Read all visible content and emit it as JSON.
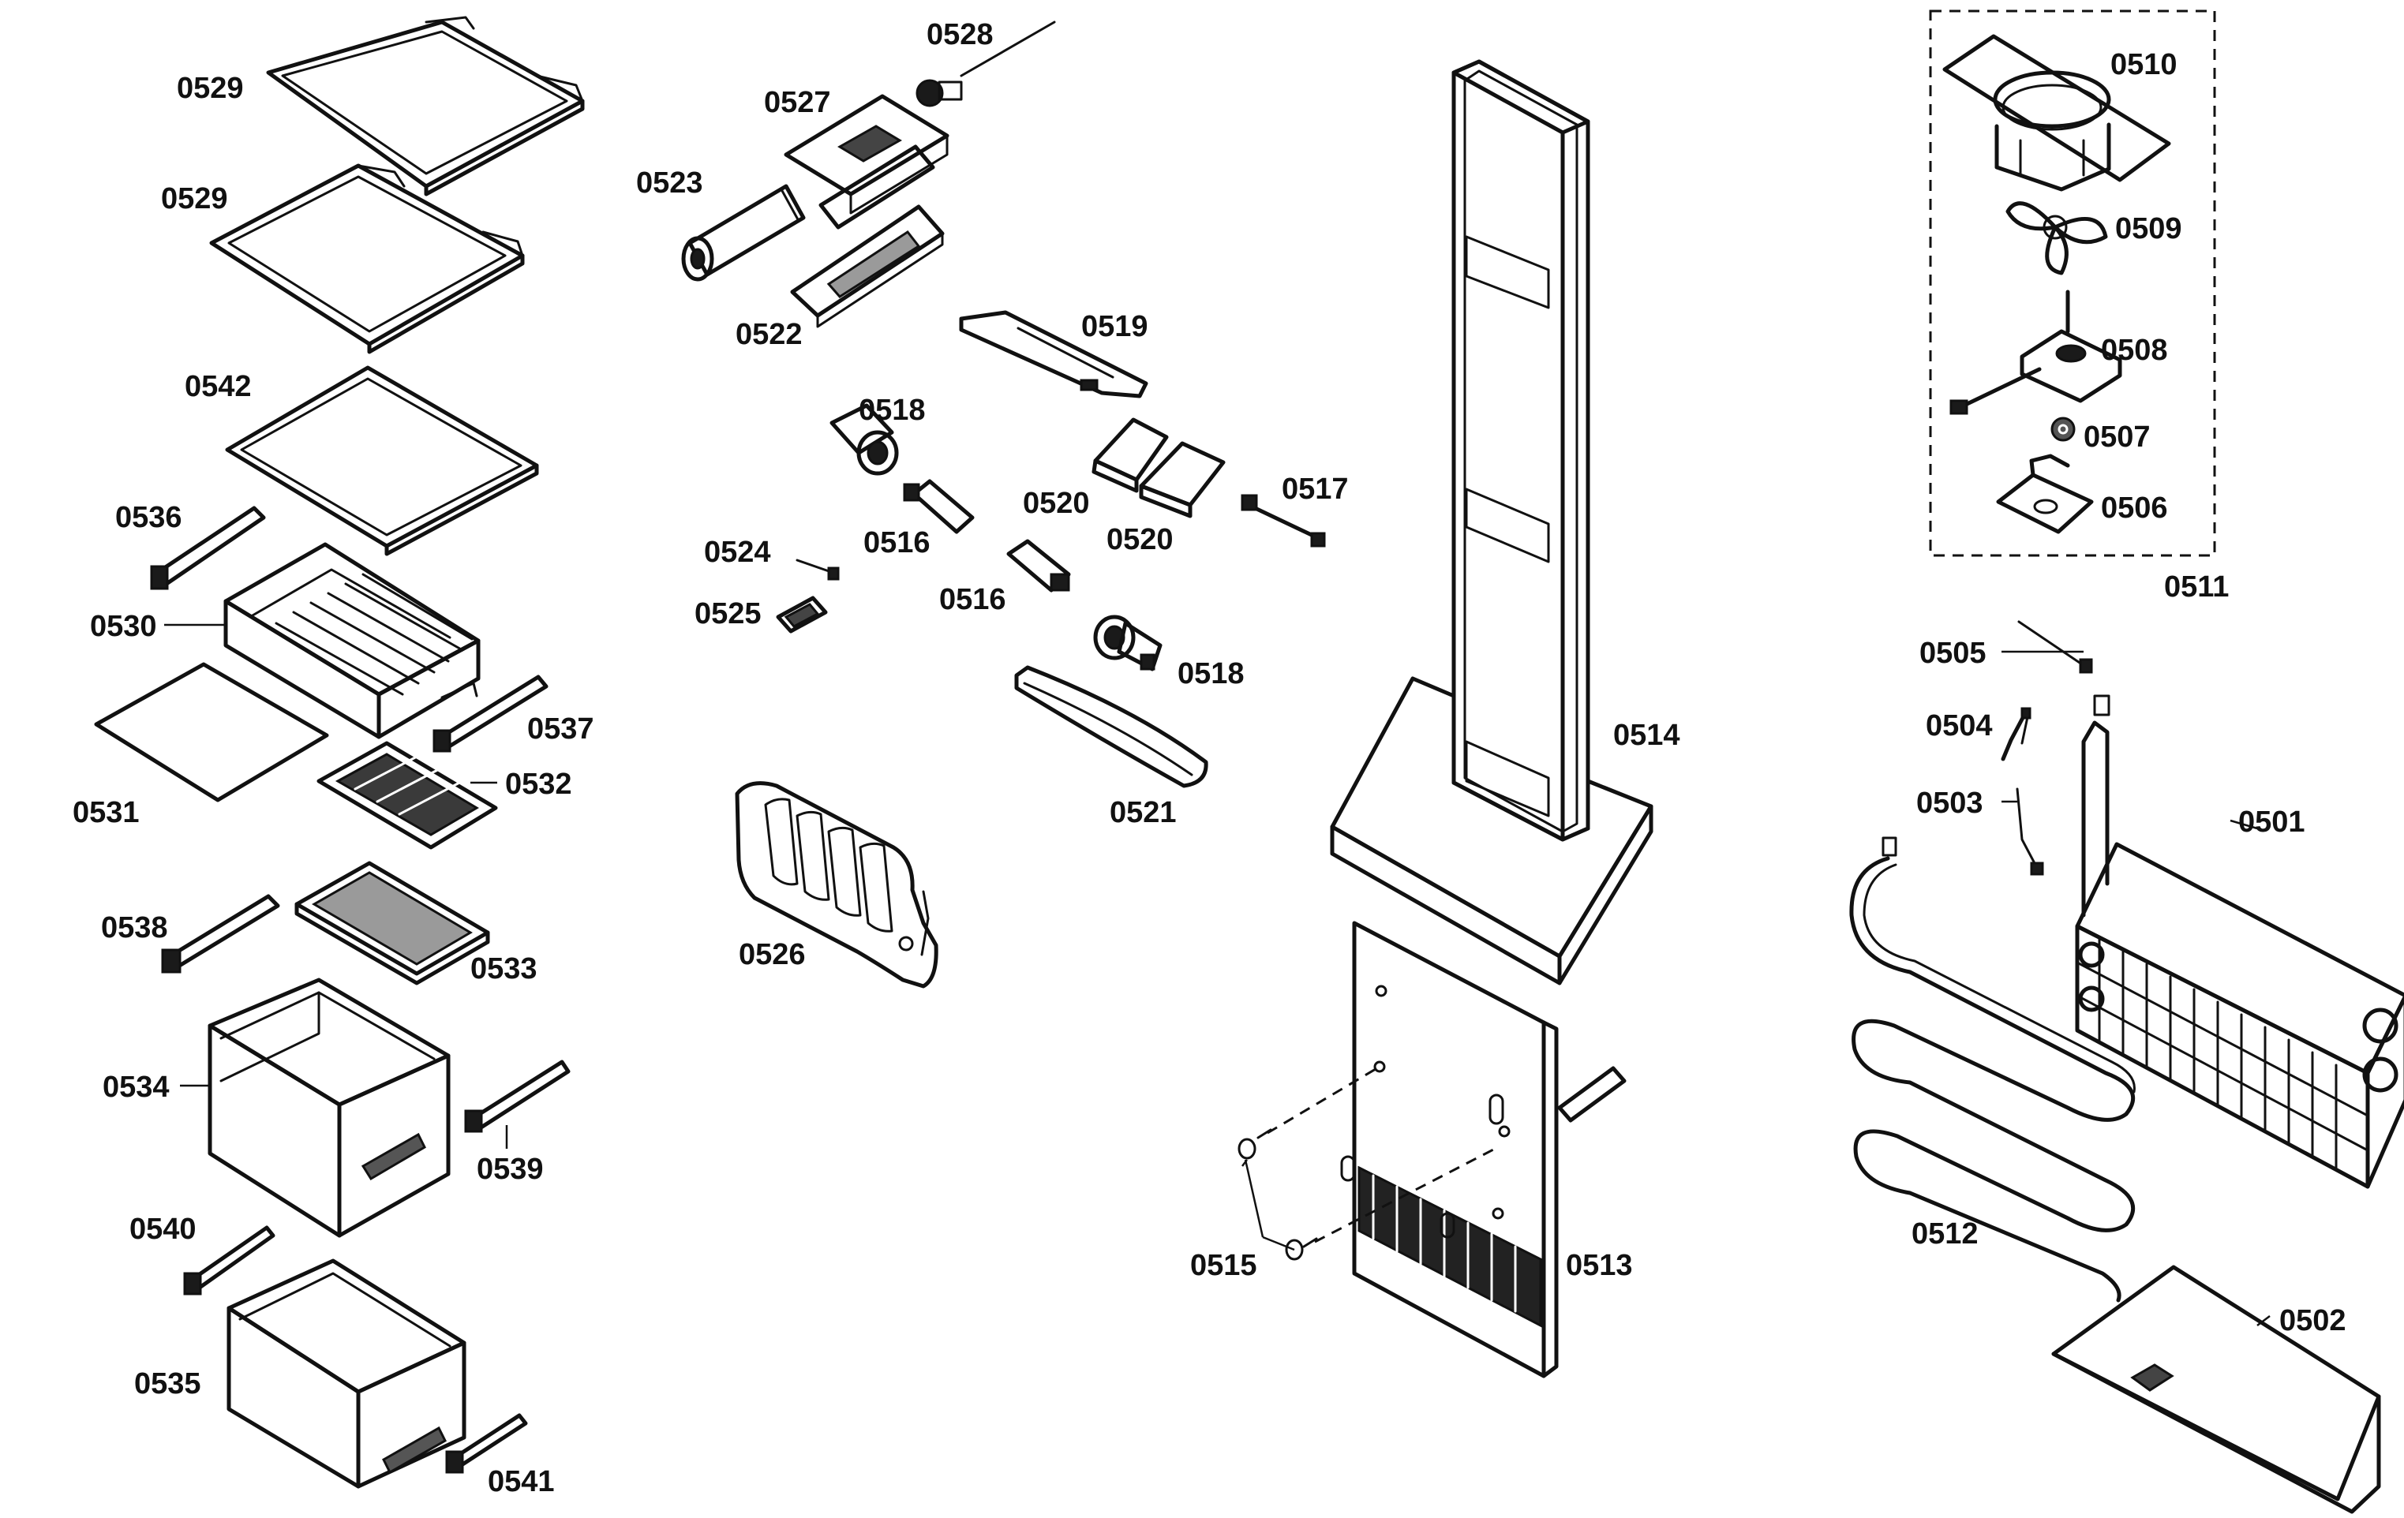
{
  "callouts": [
    {
      "id": "c0529a",
      "text": "0529"
    },
    {
      "id": "c0529b",
      "text": "0529"
    },
    {
      "id": "c0542",
      "text": "0542"
    },
    {
      "id": "c0536",
      "text": "0536"
    },
    {
      "id": "c0530",
      "text": "0530"
    },
    {
      "id": "c0537",
      "text": "0537"
    },
    {
      "id": "c0531",
      "text": "0531"
    },
    {
      "id": "c0532",
      "text": "0532"
    },
    {
      "id": "c0538",
      "text": "0538"
    },
    {
      "id": "c0533",
      "text": "0533"
    },
    {
      "id": "c0534",
      "text": "0534"
    },
    {
      "id": "c0539",
      "text": "0539"
    },
    {
      "id": "c0540",
      "text": "0540"
    },
    {
      "id": "c0535",
      "text": "0535"
    },
    {
      "id": "c0541",
      "text": "0541"
    },
    {
      "id": "c0528",
      "text": "0528"
    },
    {
      "id": "c0527",
      "text": "0527"
    },
    {
      "id": "c0523",
      "text": "0523"
    },
    {
      "id": "c0522",
      "text": "0522"
    },
    {
      "id": "c0519",
      "text": "0519"
    },
    {
      "id": "c0518a",
      "text": "0518"
    },
    {
      "id": "c0520a",
      "text": "0520"
    },
    {
      "id": "c0520b",
      "text": "0520"
    },
    {
      "id": "c0517",
      "text": "0517"
    },
    {
      "id": "c0524",
      "text": "0524"
    },
    {
      "id": "c0516a",
      "text": "0516"
    },
    {
      "id": "c0525",
      "text": "0525"
    },
    {
      "id": "c0516b",
      "text": "0516"
    },
    {
      "id": "c0518b",
      "text": "0518"
    },
    {
      "id": "c0521",
      "text": "0521"
    },
    {
      "id": "c0526",
      "text": "0526"
    },
    {
      "id": "c0514",
      "text": "0514"
    },
    {
      "id": "c0515",
      "text": "0515"
    },
    {
      "id": "c0513",
      "text": "0513"
    },
    {
      "id": "c0510",
      "text": "0510"
    },
    {
      "id": "c0509",
      "text": "0509"
    },
    {
      "id": "c0508",
      "text": "0508"
    },
    {
      "id": "c0507",
      "text": "0507"
    },
    {
      "id": "c0506",
      "text": "0506"
    },
    {
      "id": "c0511",
      "text": "0511"
    },
    {
      "id": "c0505",
      "text": "0505"
    },
    {
      "id": "c0504",
      "text": "0504"
    },
    {
      "id": "c0503",
      "text": "0503"
    },
    {
      "id": "c0501",
      "text": "0501"
    },
    {
      "id": "c0512",
      "text": "0512"
    },
    {
      "id": "c0502",
      "text": "0502"
    }
  ]
}
